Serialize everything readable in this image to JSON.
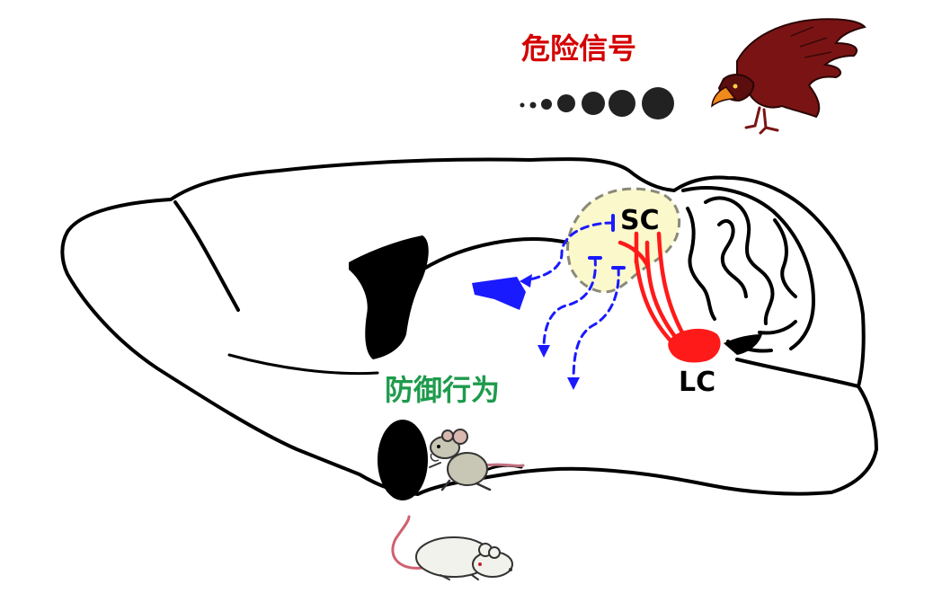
{
  "labels": {
    "danger_signal": "危险信号",
    "defensive_behavior": "防御行为",
    "sc": "SC",
    "lc": "LC"
  },
  "colors": {
    "danger_text": "#d40000",
    "defense_text": "#1e9b4c",
    "sc_region_fill": "#fbf8cc",
    "sc_region_border": "#8a8a7a",
    "blue_projection": "#1a1aff",
    "red_projection": "#ff1a1a",
    "outline": "#000000",
    "eagle_body": "#7a1414",
    "eagle_beak": "#f08a1c"
  },
  "icons": {
    "predator": "eagle-icon",
    "stimulus": "expanding-dots-icon",
    "fleeing_mouse": "fleeing-mouse-icon",
    "resting_mouse": "resting-mouse-icon",
    "shelter": "shelter-icon"
  }
}
